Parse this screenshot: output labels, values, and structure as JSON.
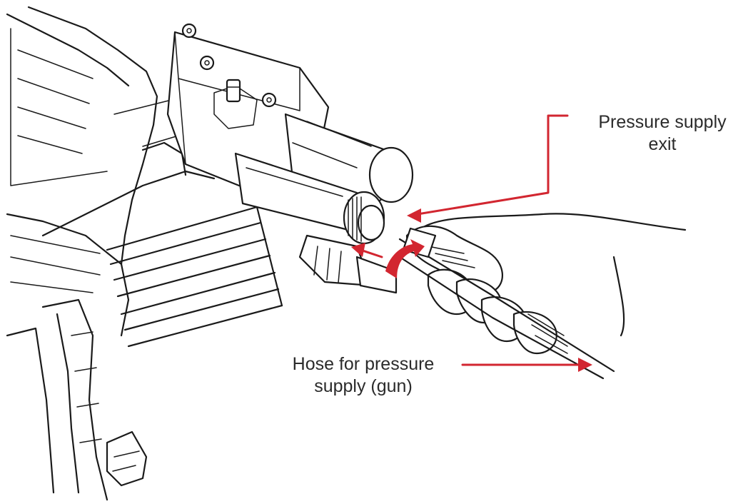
{
  "labels": {
    "exit_line1": "Pressure supply",
    "exit_line2": "exit",
    "hose_line1": "Hose for pressure",
    "hose_line2": "supply (gun)"
  },
  "colors": {
    "callout_red": "#d22630",
    "line_art": "#1a1a1a",
    "background": "#ffffff"
  }
}
